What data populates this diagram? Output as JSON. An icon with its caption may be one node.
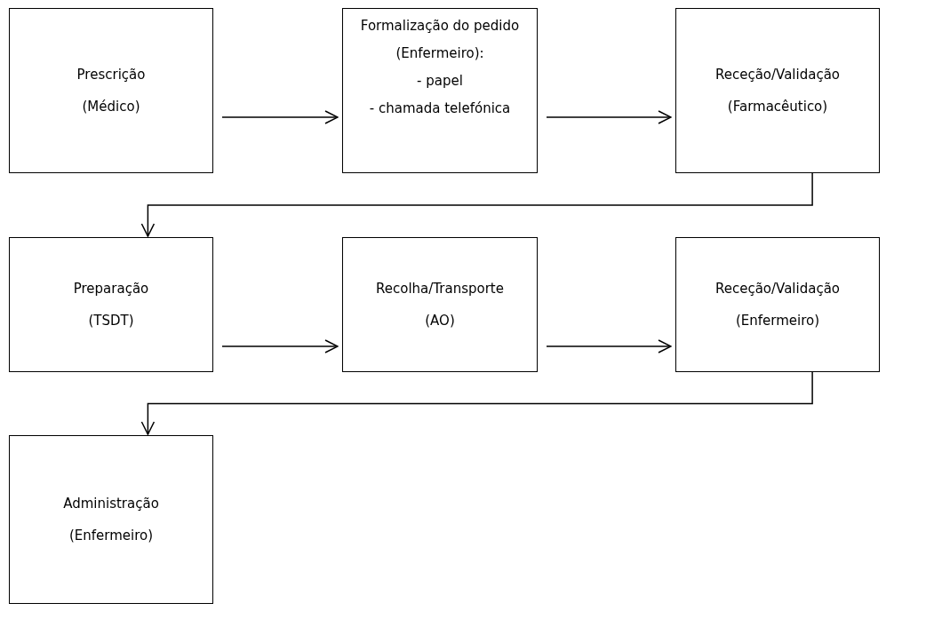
{
  "diagram": {
    "nodes": [
      {
        "text": [
          "Prescrição",
          "(Médico)"
        ]
      },
      {
        "text": [
          "Formalização do pedido (Enfermeiro):",
          "- papel",
          "- chamada telefónica"
        ]
      },
      {
        "text": [
          "Receção/Validação",
          "(Farmacêutico)"
        ]
      },
      {
        "text": [
          "Preparação",
          "(TSDT)"
        ]
      },
      {
        "text": [
          "Recolha/Transporte",
          "(AO)"
        ]
      },
      {
        "text": [
          "Receção/Validação",
          "(Enfermeiro)"
        ]
      },
      {
        "text": [
          "Administração",
          "(Enfermeiro)"
        ]
      }
    ],
    "edges": [
      {
        "from": 0,
        "to": 1,
        "arrow": "to"
      },
      {
        "from": 1,
        "to": 2,
        "arrow": "to"
      },
      {
        "from": 2,
        "to": 3,
        "arrow": "to"
      },
      {
        "from": 3,
        "to": 4,
        "arrow": "to"
      },
      {
        "from": 4,
        "to": 5,
        "arrow": "to"
      },
      {
        "from": 5,
        "to": 6,
        "arrow": "to"
      }
    ]
  }
}
